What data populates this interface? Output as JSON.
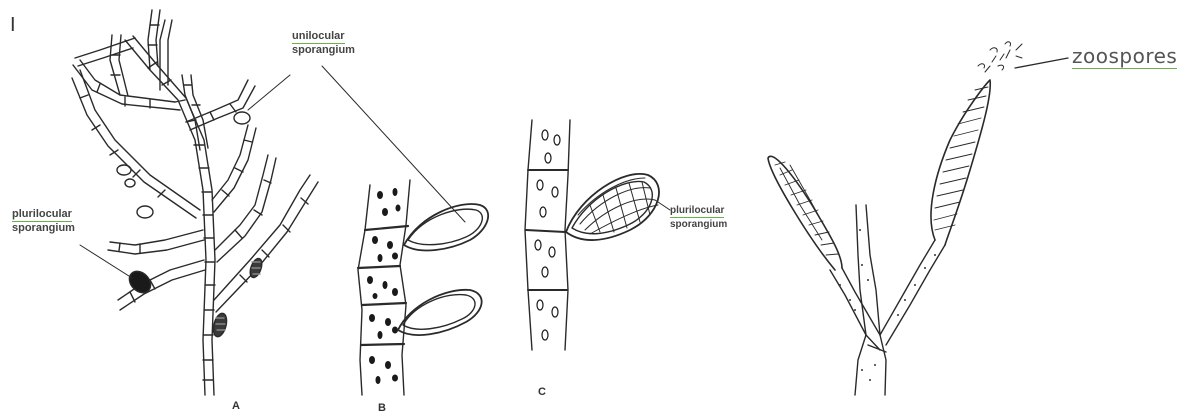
{
  "figure_tag": "I",
  "labels": {
    "unilocular_line1": "unilocular",
    "unilocular_line2": "sporangium",
    "plurilocular_a_line1": "plurilocular",
    "plurilocular_a_line2": "sporangium",
    "plurilocular_c_line1": "plurilocular",
    "plurilocular_c_line2": "sporangium",
    "zoospores": "zoospores"
  },
  "panels": {
    "a": "A",
    "b": "B",
    "c": "C"
  },
  "colors": {
    "ink": "#2a2a2a",
    "underline": "#6ab04c",
    "text": "#444444"
  }
}
